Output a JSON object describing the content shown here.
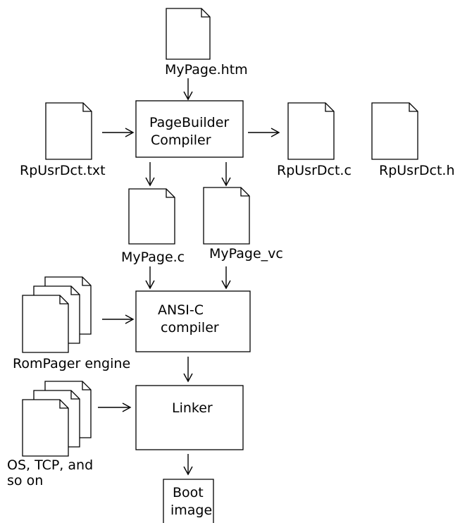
{
  "documents": {
    "mypage_htm": "MyPage.htm",
    "rpusrdct_txt": "RpUsrDct.txt",
    "rpusrdct_c": "RpUsrDct.c",
    "rpusrdct_h": "RpUsrDct.h",
    "mypage_c": "MyPage.c",
    "mypage_vc": "MyPage_vc",
    "rompager_engine": "RomPager engine",
    "os_tcp_line1": "OS, TCP, and",
    "os_tcp_line2": "so on"
  },
  "boxes": {
    "pagebuilder_line1": "PageBuilder",
    "pagebuilder_line2": "Compiler",
    "ansic_line1": "ANSI-C",
    "ansic_line2": "compiler",
    "linker": "Linker",
    "boot_line1": "Boot",
    "boot_line2": "image"
  }
}
